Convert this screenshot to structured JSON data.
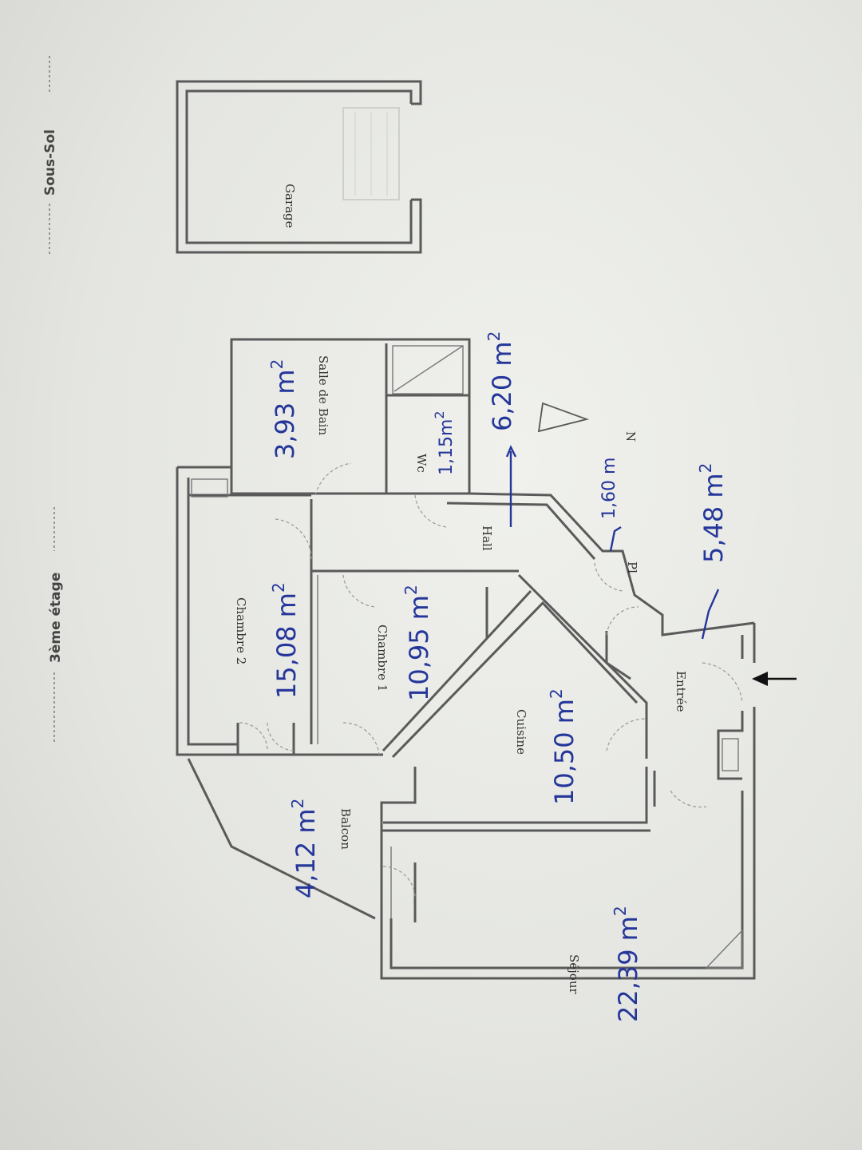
{
  "headings": {
    "upper": "Sous-Sol",
    "lower": "3ème étage"
  },
  "rooms": [
    {
      "key": "garage",
      "label": "Garage",
      "area": ""
    },
    {
      "key": "salle",
      "label": "Salle de Bain",
      "area": "3,93 m"
    },
    {
      "key": "wc",
      "label": "Wc",
      "area": "1,15m"
    },
    {
      "key": "chambre2",
      "label": "Chambre 2",
      "area": "15,08 m"
    },
    {
      "key": "chambre1",
      "label": "Chambre 1",
      "area": "10,95 m"
    },
    {
      "key": "hall",
      "label": "Hall",
      "area": "6,20 m"
    },
    {
      "key": "pl",
      "label": "Pl",
      "area": "1,60 m"
    },
    {
      "key": "entree",
      "label": "Entrée",
      "area": "5,48 m"
    },
    {
      "key": "cuisine",
      "label": "Cuisine",
      "area": "10,50 m"
    },
    {
      "key": "balcon",
      "label": "Balcon",
      "area": "4,12 m"
    },
    {
      "key": "sejour",
      "label": "Séjour",
      "area": "22,39 m"
    }
  ],
  "superscript": "2",
  "compass": {
    "label": "N"
  }
}
